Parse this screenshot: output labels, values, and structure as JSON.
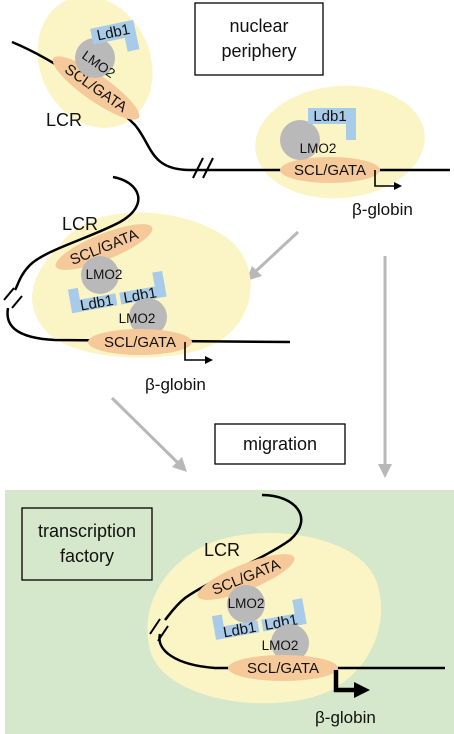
{
  "labels": {
    "nuclear_periphery_line1": "nuclear",
    "nuclear_periphery_line2": "periphery",
    "migration": "migration",
    "transcription_factory_line1": "transcription",
    "transcription_factory_line2": "factory",
    "lcr": "LCR",
    "scl_gata": "SCL/GATA",
    "lmo2": "LMO2",
    "ldb1": "Ldb1",
    "beta_globin": "β-globin"
  },
  "colors": {
    "nucleus_fill": "#fbf4c4",
    "scl_gata_fill": "#f6c99a",
    "ldb1_fill": "#a7cbe8",
    "lmo2_fill": "#b9b9b9",
    "factory_background": "#d5e8cb",
    "arrow_gray": "#b8b8b8",
    "line_color": "#000000"
  }
}
